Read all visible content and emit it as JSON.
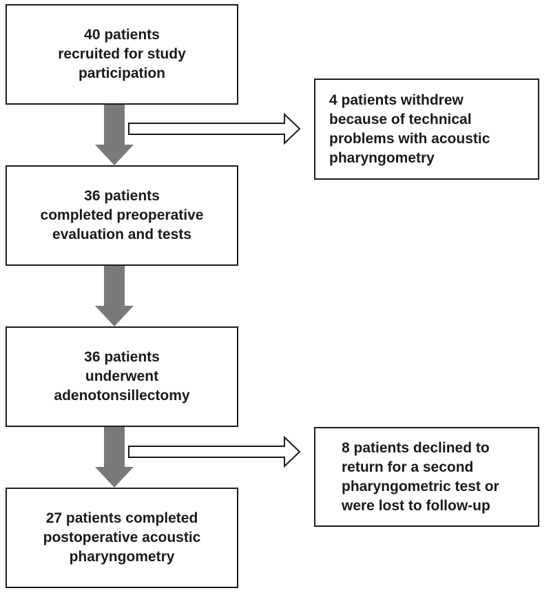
{
  "boxes": {
    "recruited": [
      "40 patients",
      "recruited for study",
      "participation"
    ],
    "withdrew": [
      "4 patients withdrew",
      "because of technical",
      "problems with acoustic",
      "pharyngometry"
    ],
    "preop": [
      "36 patients",
      "completed preoperative",
      "evaluation and tests"
    ],
    "surgery": [
      "36 patients",
      "underwent",
      "adenotonsillectomy"
    ],
    "declined": [
      "8 patients declined to",
      "return for a second",
      "pharyngometric test or",
      "were lost to follow-up"
    ],
    "postop": [
      "27 patients completed",
      "postoperative acoustic",
      "pharyngometry"
    ]
  },
  "colors": {
    "down_arrow": "#7a7a7a",
    "side_arrow_fill": "#ffffff",
    "border": "#1a1a1a"
  }
}
